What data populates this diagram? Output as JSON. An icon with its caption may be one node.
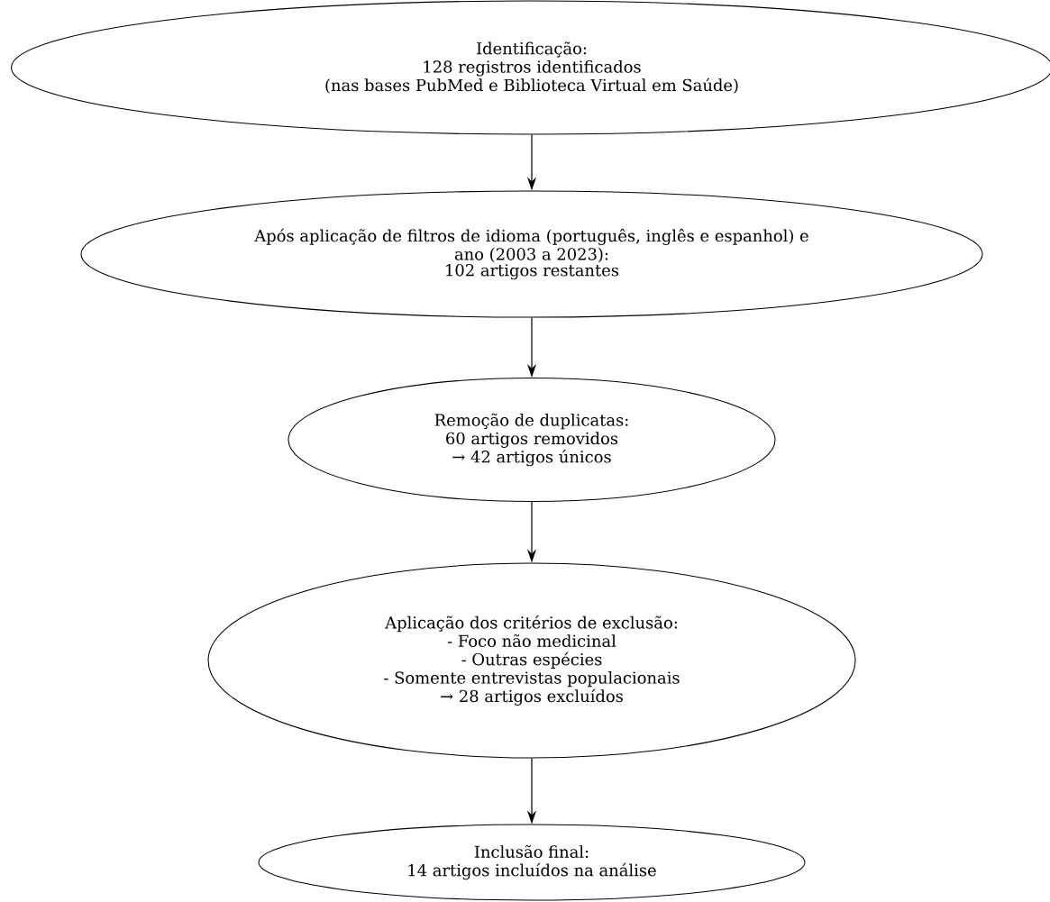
{
  "diagram": {
    "nodes": [
      {
        "text": [
          "Identificação:",
          "128 registros identificados",
          "(nas bases PubMed e Biblioteca Virtual em Saúde)"
        ]
      },
      {
        "text": [
          "Após aplicação de filtros de idioma (português, inglês e espanhol) e ano (2003 a 2023):",
          "102 artigos restantes"
        ]
      },
      {
        "text": [
          "Remoção de duplicatas:",
          "60 artigos removidos",
          "→ 42 artigos únicos"
        ]
      },
      {
        "text": [
          "Aplicação dos critérios de exclusão:",
          "- Foco não medicinal",
          "- Outras espécies",
          "- Somente entrevistas populacionais",
          "→ 28 artigos excluídos"
        ]
      },
      {
        "text": [
          "Inclusão final:",
          "14 artigos incluídos na análise"
        ]
      }
    ],
    "edges": [
      {
        "from": 0,
        "to": 1,
        "arrow": "to"
      },
      {
        "from": 1,
        "to": 2,
        "arrow": "to"
      },
      {
        "from": 2,
        "to": 3,
        "arrow": "to"
      },
      {
        "from": 3,
        "to": 4,
        "arrow": "to"
      }
    ]
  }
}
